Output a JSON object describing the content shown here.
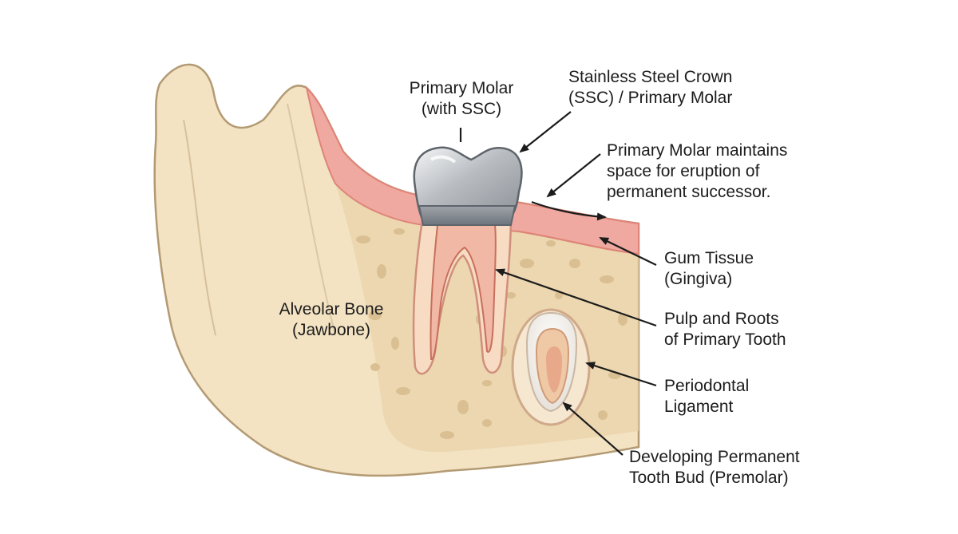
{
  "diagram": {
    "labels": {
      "primary_molar": {
        "line1": "Primary Molar",
        "line2": "(with SSC)"
      },
      "ssc": {
        "line1": "Stainless Steel Crown",
        "line2": "(SSC) / Primary Molar"
      },
      "space_maintain": {
        "line1": "Primary Molar maintains",
        "line2": "space for eruption of",
        "line3": "permanent successor."
      },
      "gum": {
        "line1": "Gum Tissue",
        "line2": "(Gingiva)"
      },
      "pulp": {
        "line1": "Pulp and Roots",
        "line2": "of Primary Tooth"
      },
      "ligament": {
        "line1": "Periodontal",
        "line2": "Ligament"
      },
      "bud": {
        "line1": "Developing Permanent",
        "line2": "Tooth Bud (Premolar)"
      },
      "bone": {
        "line1": "Alveolar Bone",
        "line2": "(Jawbone)"
      }
    },
    "colors": {
      "bone": "#f3e3c3",
      "bone_outline": "#b39a73",
      "gum": "#f0a9a0",
      "gum_dark": "#de8478",
      "crown_metal": "#c9ccd0",
      "pulp": "#f2b8a6",
      "arrow": "#1c1c1c"
    }
  }
}
